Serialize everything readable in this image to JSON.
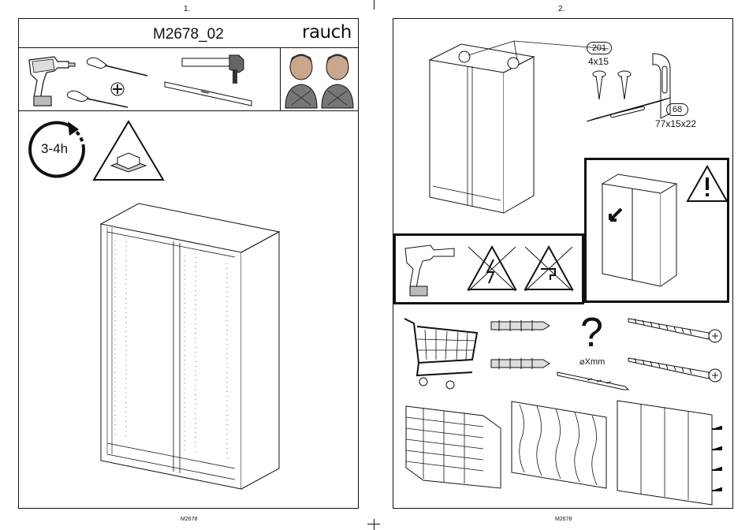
{
  "page_left": {
    "number": "1.",
    "title": "M2678_02",
    "brand": "rauch",
    "time_estimate": "3-4h",
    "footer": "M2678",
    "icons": [
      "cordless-drill-icon",
      "screwdriver-icon",
      "phillips-screwdriver-icon",
      "phillips-bit-icon",
      "hammer-icon",
      "spirit-level-icon",
      "two-person-assembly-icon",
      "clock-icon",
      "warning-package-icon",
      "wardrobe-carcass-illustration"
    ]
  },
  "page_right": {
    "number": "2.",
    "footer": "M2678",
    "parts": [
      {
        "code": "201",
        "size": "4x15"
      },
      {
        "code": "68",
        "size": "77x15x22"
      }
    ],
    "unknown_symbol": "?",
    "drill_size": "⌀Xmm",
    "icons": [
      "warning-tip-over-icon",
      "no-electric-cable-icon",
      "no-water-pipe-icon",
      "shopping-cart-icon",
      "wall-plug-icon",
      "wood-screw-icon",
      "drill-bit-icon",
      "brick-wall-icon",
      "wood-wall-icon",
      "plasterboard-wall-icon"
    ]
  }
}
